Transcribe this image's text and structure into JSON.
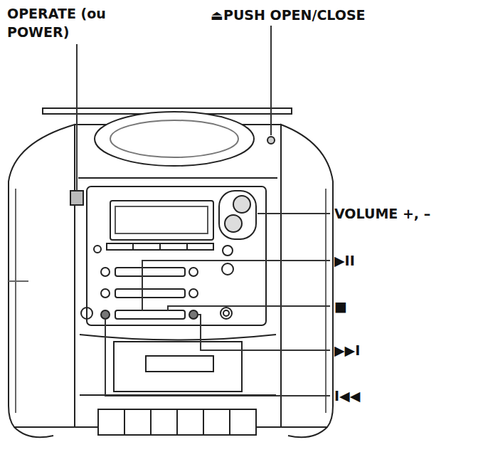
{
  "diagram": {
    "labels": [
      "OPERATE (ou POWER)",
      "⏏PUSH OPEN/CLOSE",
      "VOLUME +, –",
      "▶II",
      "■",
      "▶▶I",
      "I◀◀"
    ]
  }
}
